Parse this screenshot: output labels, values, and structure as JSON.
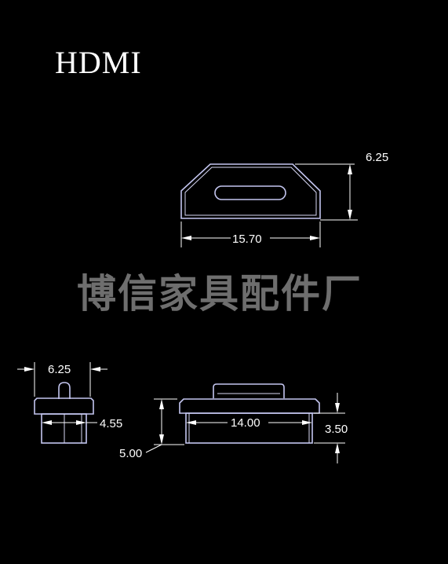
{
  "title": "HDMI",
  "watermark": "博信家具配件厂",
  "dimensions": {
    "top_height": "6.25",
    "top_width": "15.70",
    "side_width": "6.25",
    "side_inner": "4.55",
    "front_inner_width": "14.00",
    "front_height": "3.50",
    "overall_height": "5.00"
  },
  "colors": {
    "background": "#000000",
    "outline": "#c4c6f0",
    "dimension": "#ffffff",
    "watermark": "#6e6e6e"
  }
}
